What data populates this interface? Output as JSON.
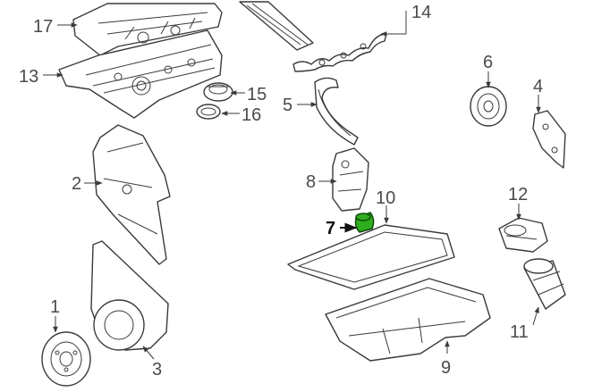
{
  "diagram": {
    "highlight_color": "#2fae1f",
    "callouts": [
      {
        "id": "1",
        "label": "1"
      },
      {
        "id": "2",
        "label": "2"
      },
      {
        "id": "3",
        "label": "3"
      },
      {
        "id": "4",
        "label": "4"
      },
      {
        "id": "5",
        "label": "5"
      },
      {
        "id": "6",
        "label": "6"
      },
      {
        "id": "7",
        "label": "7",
        "highlighted": true
      },
      {
        "id": "8",
        "label": "8"
      },
      {
        "id": "9",
        "label": "9"
      },
      {
        "id": "10",
        "label": "10"
      },
      {
        "id": "11",
        "label": "11"
      },
      {
        "id": "12",
        "label": "12"
      },
      {
        "id": "13",
        "label": "13"
      },
      {
        "id": "14",
        "label": "14"
      },
      {
        "id": "15",
        "label": "15"
      },
      {
        "id": "16",
        "label": "16"
      },
      {
        "id": "17",
        "label": "17"
      }
    ]
  }
}
